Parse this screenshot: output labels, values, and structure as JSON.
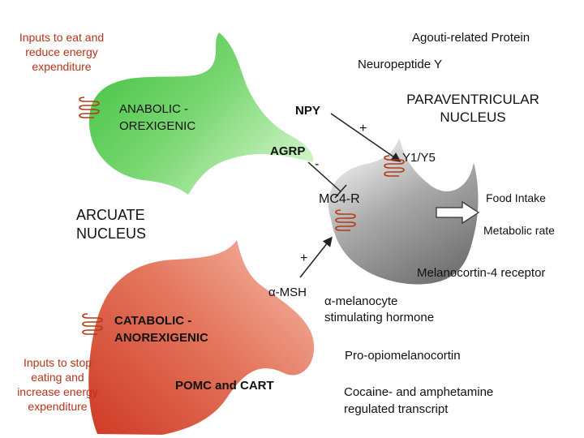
{
  "labels": {
    "inputs_eat": [
      "Inputs to eat and",
      "reduce energy",
      "expenditure"
    ],
    "agouti": "Agouti-related Protein",
    "neuropeptide_y": "Neuropeptide Y",
    "anabolic": [
      "ANABOLIC -",
      "OREXIGENIC"
    ],
    "npy": "NPY",
    "paraventricular": [
      "PARAVENTRICULAR",
      "NUCLEUS"
    ],
    "plus_top": "+",
    "agrp": "AGRP",
    "minus": "-",
    "y1y5": "Y1/Y5",
    "mc4r": "MC4-R",
    "food_intake": "Food Intake",
    "metabolic_rate": "Metabolic rate",
    "arcuate": [
      "ARCUATE",
      "NUCLEUS"
    ],
    "plus_bottom": "+",
    "melanocortin": "Melanocortin-4 receptor",
    "amsh": "α-MSH",
    "alpha_melanocyte": [
      "α-melanocyte",
      "stimulating hormone"
    ],
    "catabolic": [
      "CATABOLIC -",
      "ANOREXIGENIC"
    ],
    "pro_opio": "Pro-opiomelanocortin",
    "inputs_stop": [
      "Inputs to stop",
      "eating and",
      "increase energy",
      "expenditure"
    ],
    "pomc_cart": "POMC and CART",
    "cocaine": [
      "Cocaine- and amphetamine",
      "regulated transcript"
    ]
  },
  "colors": {
    "green_dark": "#3cc03c",
    "green_light": "#c8f2c0",
    "red_dark": "#cf3a25",
    "red_light": "#f4b6a4",
    "gray_dark": "#6d6d6d",
    "gray_light": "#f2f2f2",
    "receptor_coil": "#b23a16",
    "red_text": "#b5341a"
  },
  "icons": [
    "receptor-coil-icon",
    "inhibition-arrow-icon",
    "activation-arrow-icon",
    "outcome-arrow-icon"
  ]
}
